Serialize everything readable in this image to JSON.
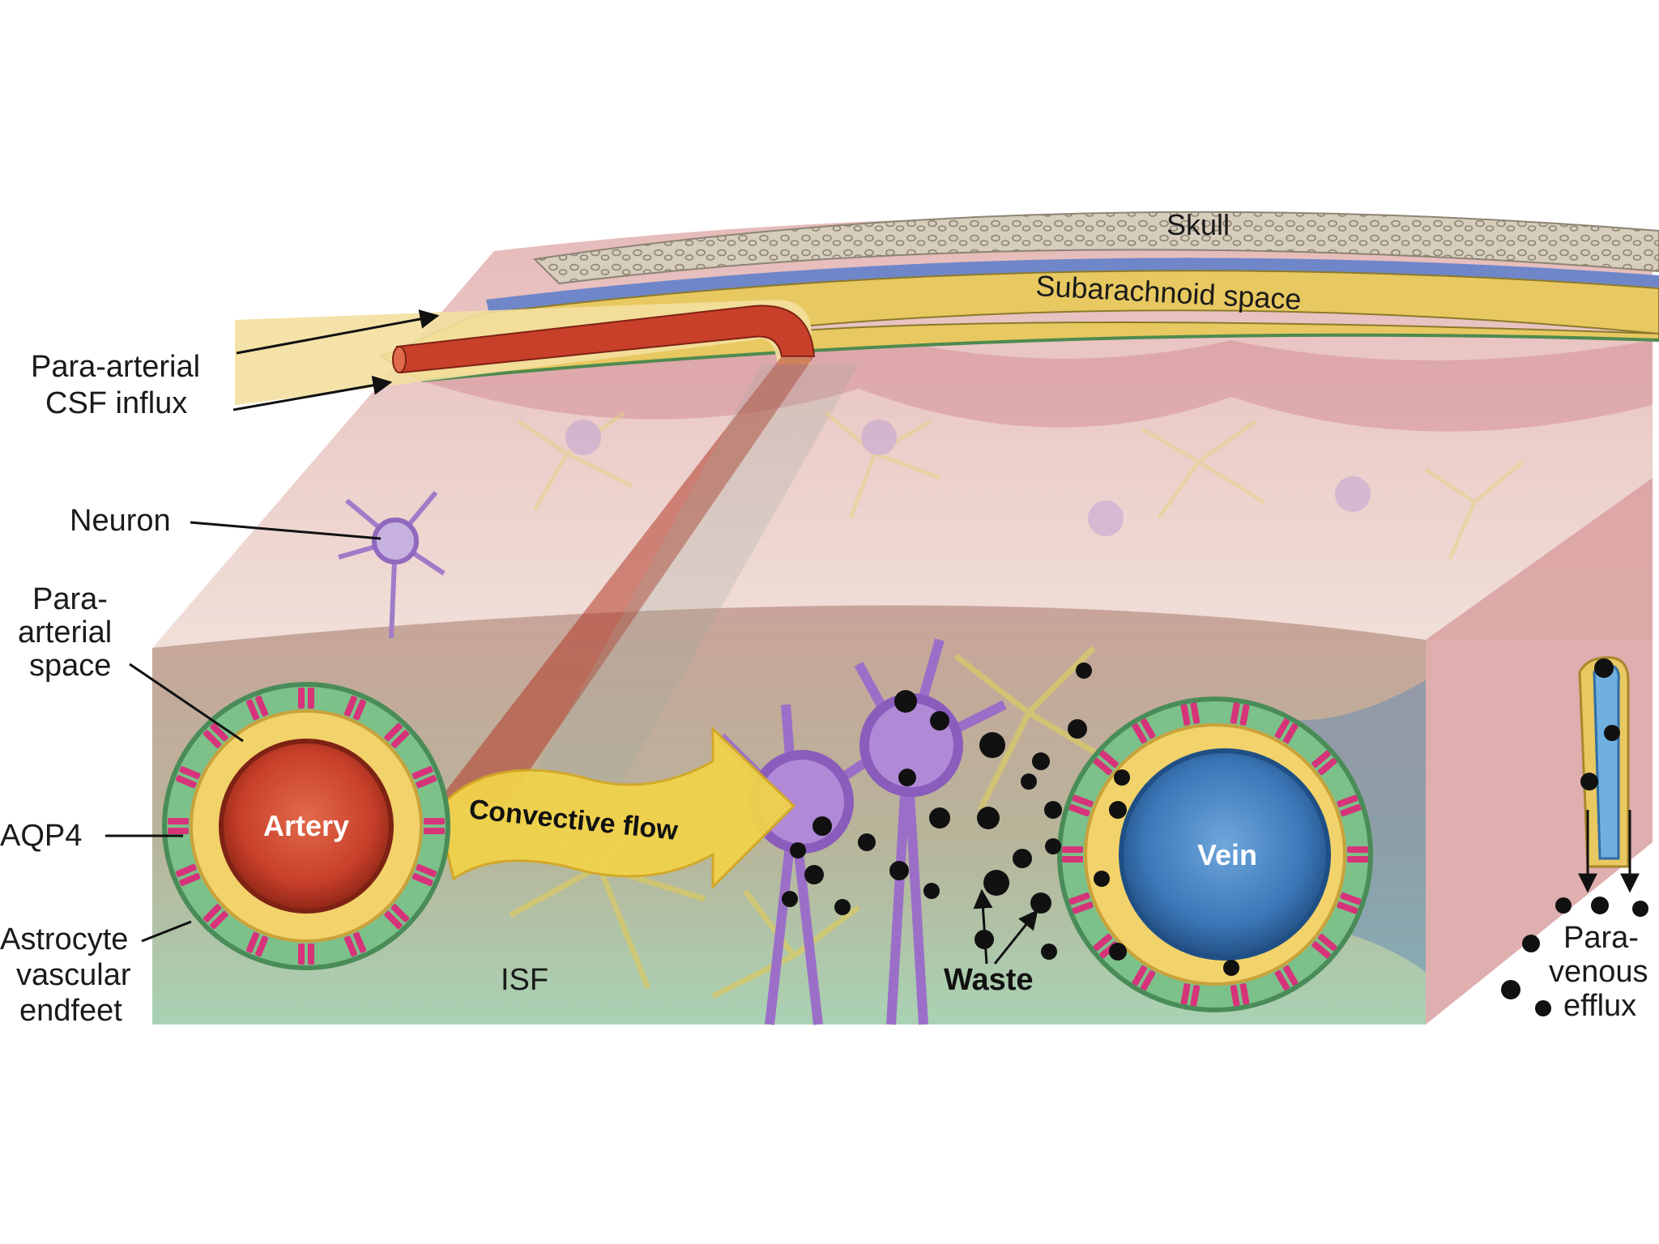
{
  "labels": {
    "skull": "Skull",
    "subarachnoid": "Subarachnoid space",
    "csf_influx_1": "Para-arterial",
    "csf_influx_2": "CSF influx",
    "neuron": "Neuron",
    "para_space_1": "Para-",
    "para_space_2": "arterial",
    "para_space_3": "space",
    "aqp4": "AQP4",
    "endfeet_1": "Astrocyte",
    "endfeet_2": "vascular",
    "endfeet_3": "endfeet",
    "artery": "Artery",
    "convective": "Convective flow",
    "isf": "ISF",
    "waste": "Waste",
    "vein": "Vein",
    "efflux_1": "Para-",
    "efflux_2": "venous",
    "efflux_3": "efflux"
  },
  "colors": {
    "bone": "#c9bfae",
    "dura": "#6f86c9",
    "csf": "#e8c860",
    "tissue": "#d9a8a8",
    "artery": "#c8402a",
    "vein": "#3b78b8",
    "endfeet": "#7cc08a",
    "aqp4": "#d6337a",
    "neuron": "#a07cc8",
    "waste": "#111111"
  }
}
